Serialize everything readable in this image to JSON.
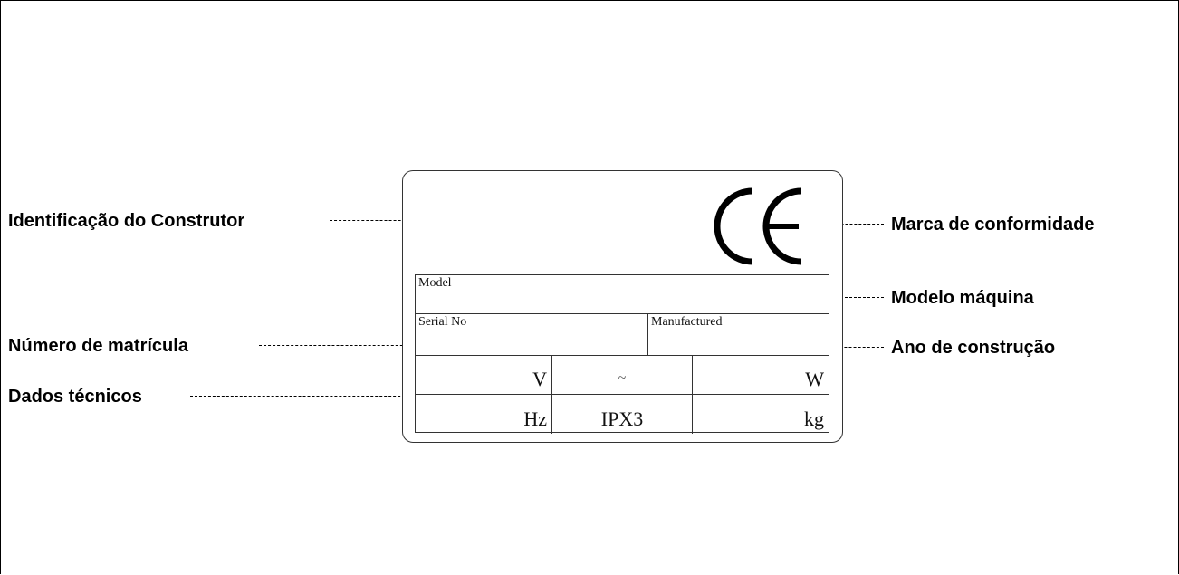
{
  "callouts": {
    "manufacturer": "Identificação do Construtor",
    "conformity": "Marca de conformidade",
    "model": "Modelo máquina",
    "serial": "Número de matrícula",
    "year": "Ano de construção",
    "technical": "Dados técnicos"
  },
  "plate": {
    "ce_mark_text": "CE",
    "model_label": "Model",
    "serial_label": "Serial No",
    "manufactured_label": "Manufactured",
    "specs": [
      [
        "V",
        "~",
        "W"
      ],
      [
        "Hz",
        "IPX3",
        "kg"
      ]
    ]
  },
  "icons": {
    "ce": "ce-mark-icon"
  }
}
